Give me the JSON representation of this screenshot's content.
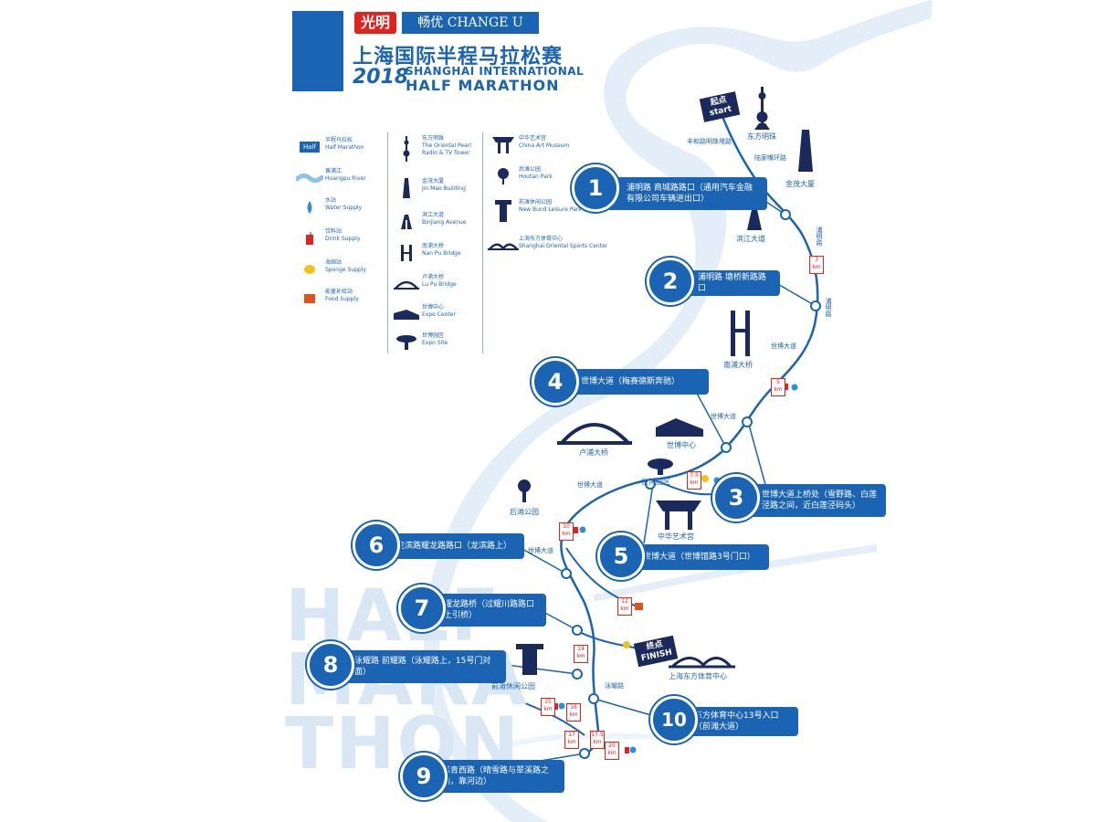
{
  "header": {
    "brand_guangming": "光明",
    "brand_changeu": "畅优 CHANGE U",
    "title_cn": "上海国际半程马拉松赛",
    "year": "2018",
    "title_en_line1": "SHANGHAI INTERNATIONAL",
    "title_en_line2": "HALF MARATHON"
  },
  "legend": {
    "col1": [
      {
        "icon": "half-marathon-badge-icon",
        "badge": "Half",
        "cn": "半程马拉松",
        "en": "Half Marathon"
      },
      {
        "icon": "huangpu-river-icon",
        "cn": "黄浦江",
        "en": "Huangpu River"
      },
      {
        "icon": "water-drop-icon",
        "cn": "水站",
        "en": "Water Supply"
      },
      {
        "icon": "drink-cup-icon",
        "cn": "饮料站",
        "en": "Drink Supply"
      },
      {
        "icon": "sponge-icon",
        "cn": "海绵站",
        "en": "Sponge Supply"
      },
      {
        "icon": "food-box-icon",
        "cn": "能量补给站",
        "en": "Food Supply"
      }
    ],
    "col2": [
      {
        "icon": "pearl-tower-icon",
        "cn": "东方明珠",
        "en": "The Oriental Pearl Radio & TV Tower"
      },
      {
        "icon": "jinmao-building-icon",
        "cn": "金茂大厦",
        "en": "Jin Mao Building"
      },
      {
        "icon": "binjiang-avenue-icon",
        "cn": "滨江大道",
        "en": "Binjiang Avenue"
      },
      {
        "icon": "nanpu-bridge-icon",
        "cn": "南浦大桥",
        "en": "Nan Pu Bridge"
      },
      {
        "icon": "lupu-bridge-icon",
        "cn": "卢浦大桥",
        "en": "Lu Pu Bridge"
      },
      {
        "icon": "expo-center-icon",
        "cn": "世博中心",
        "en": "Expo Center"
      },
      {
        "icon": "expo-site-icon",
        "cn": "世博园区",
        "en": "Expo Site"
      }
    ],
    "col3": [
      {
        "icon": "china-art-museum-icon",
        "cn": "中华艺术宫",
        "en": "China Art Museum"
      },
      {
        "icon": "houtan-park-icon",
        "cn": "后滩公园",
        "en": "Houtan Park"
      },
      {
        "icon": "new-bund-leisure-park-icon",
        "cn": "前滩休闲公园",
        "en": "New Bund Leisure Park"
      },
      {
        "icon": "sports-center-icon",
        "cn": "上海东方体育中心",
        "en": "Shanghai Oriental Sports Center"
      }
    ]
  },
  "checkpoints": [
    {
      "num": "1",
      "text": "浦明路 商城路路口（通用汽车金融有限公司车辆进出口）"
    },
    {
      "num": "2",
      "text": "浦明路 塘桥新路路口"
    },
    {
      "num": "3",
      "text": "世博大道上桥处（雪野路、白莲泾路之间，近白莲泾码头）"
    },
    {
      "num": "4",
      "text": "世博大道（梅赛德斯奔驰）"
    },
    {
      "num": "5",
      "text": "世博大道（世博馆路3号门口）"
    },
    {
      "num": "6",
      "text": "龙滨路耀龙路路口（龙滨路上）"
    },
    {
      "num": "7",
      "text": "耀龙路桥（过耀川路路口上引桥）"
    },
    {
      "num": "8",
      "text": "泳耀路 前耀路（泳耀路上，15号门对面）"
    },
    {
      "num": "9",
      "text": "高青西路（晴雪路与翠溪路之间，靠河边）"
    },
    {
      "num": "10",
      "text": "东方体育中心13号入口（前滩大道）"
    }
  ],
  "flags": {
    "start": "起点 start",
    "finish": "终点 FINISH"
  },
  "landmarks": {
    "pearl_tower": "东方明珠",
    "jinmao": "金茂大厦",
    "binjiang": "滨江大道",
    "nanpu": "南浦大桥",
    "lupu": "卢浦大桥",
    "expo_center": "世博中心",
    "expo_site": "世博园区",
    "art_museum": "中华艺术宫",
    "houtan": "后滩公园",
    "qiantan_park": "前滩休闲公园",
    "sports_center": "上海东方体育中心"
  },
  "roads": {
    "fenghe": "丰和路明珠塔路",
    "lujiazui": "陆家嘴环路",
    "puming1": "浦明路",
    "puming2": "浦明路",
    "shibo1": "世博大道",
    "shibo2": "世博大道",
    "shibo3": "世博大道",
    "shibo4": "世博大道",
    "yongyao": "泳耀路"
  },
  "km_markers": [
    "3 km",
    "5 km",
    "7.5 km",
    "10 km",
    "12 km",
    "14 km",
    "15 km",
    "16 km",
    "17 km",
    "17.5 km",
    "20 km"
  ],
  "watermark": [
    "HALF",
    "MARA",
    "THON"
  ]
}
